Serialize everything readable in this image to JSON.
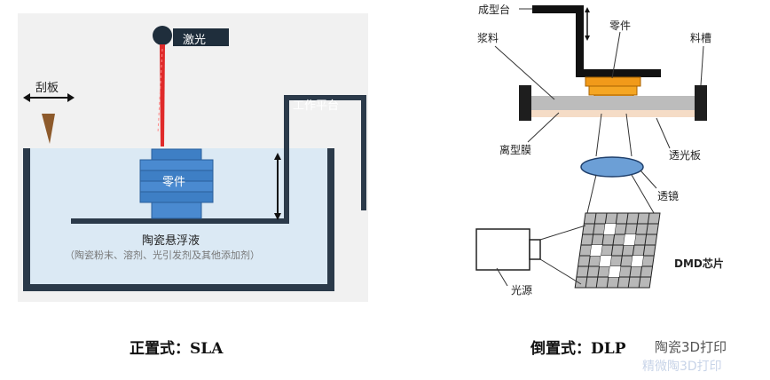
{
  "left_diagram": {
    "laser_label": "激光",
    "scraper_label": "刮板",
    "platform_label": "工作平台",
    "part_label": "零件",
    "slurry_label": "陶瓷悬浮液",
    "slurry_detail": "（陶瓷粉末、溶剂、光引发剂及其他添加剂）",
    "caption": "正置式：SLA"
  },
  "right_diagram": {
    "build_platform_label": "成型台",
    "part_label": "零件",
    "slurry_label": "浆料",
    "tank_label": "料槽",
    "release_film_label": "离型膜",
    "window_label": "透光板",
    "lens_label": "透镜",
    "dmd_label": "DMD芯片",
    "light_source_label": "光源",
    "caption": "倒置式：DLP",
    "watermark": "陶瓷3D打印",
    "watermark_faded": "精微陶3D打印"
  }
}
